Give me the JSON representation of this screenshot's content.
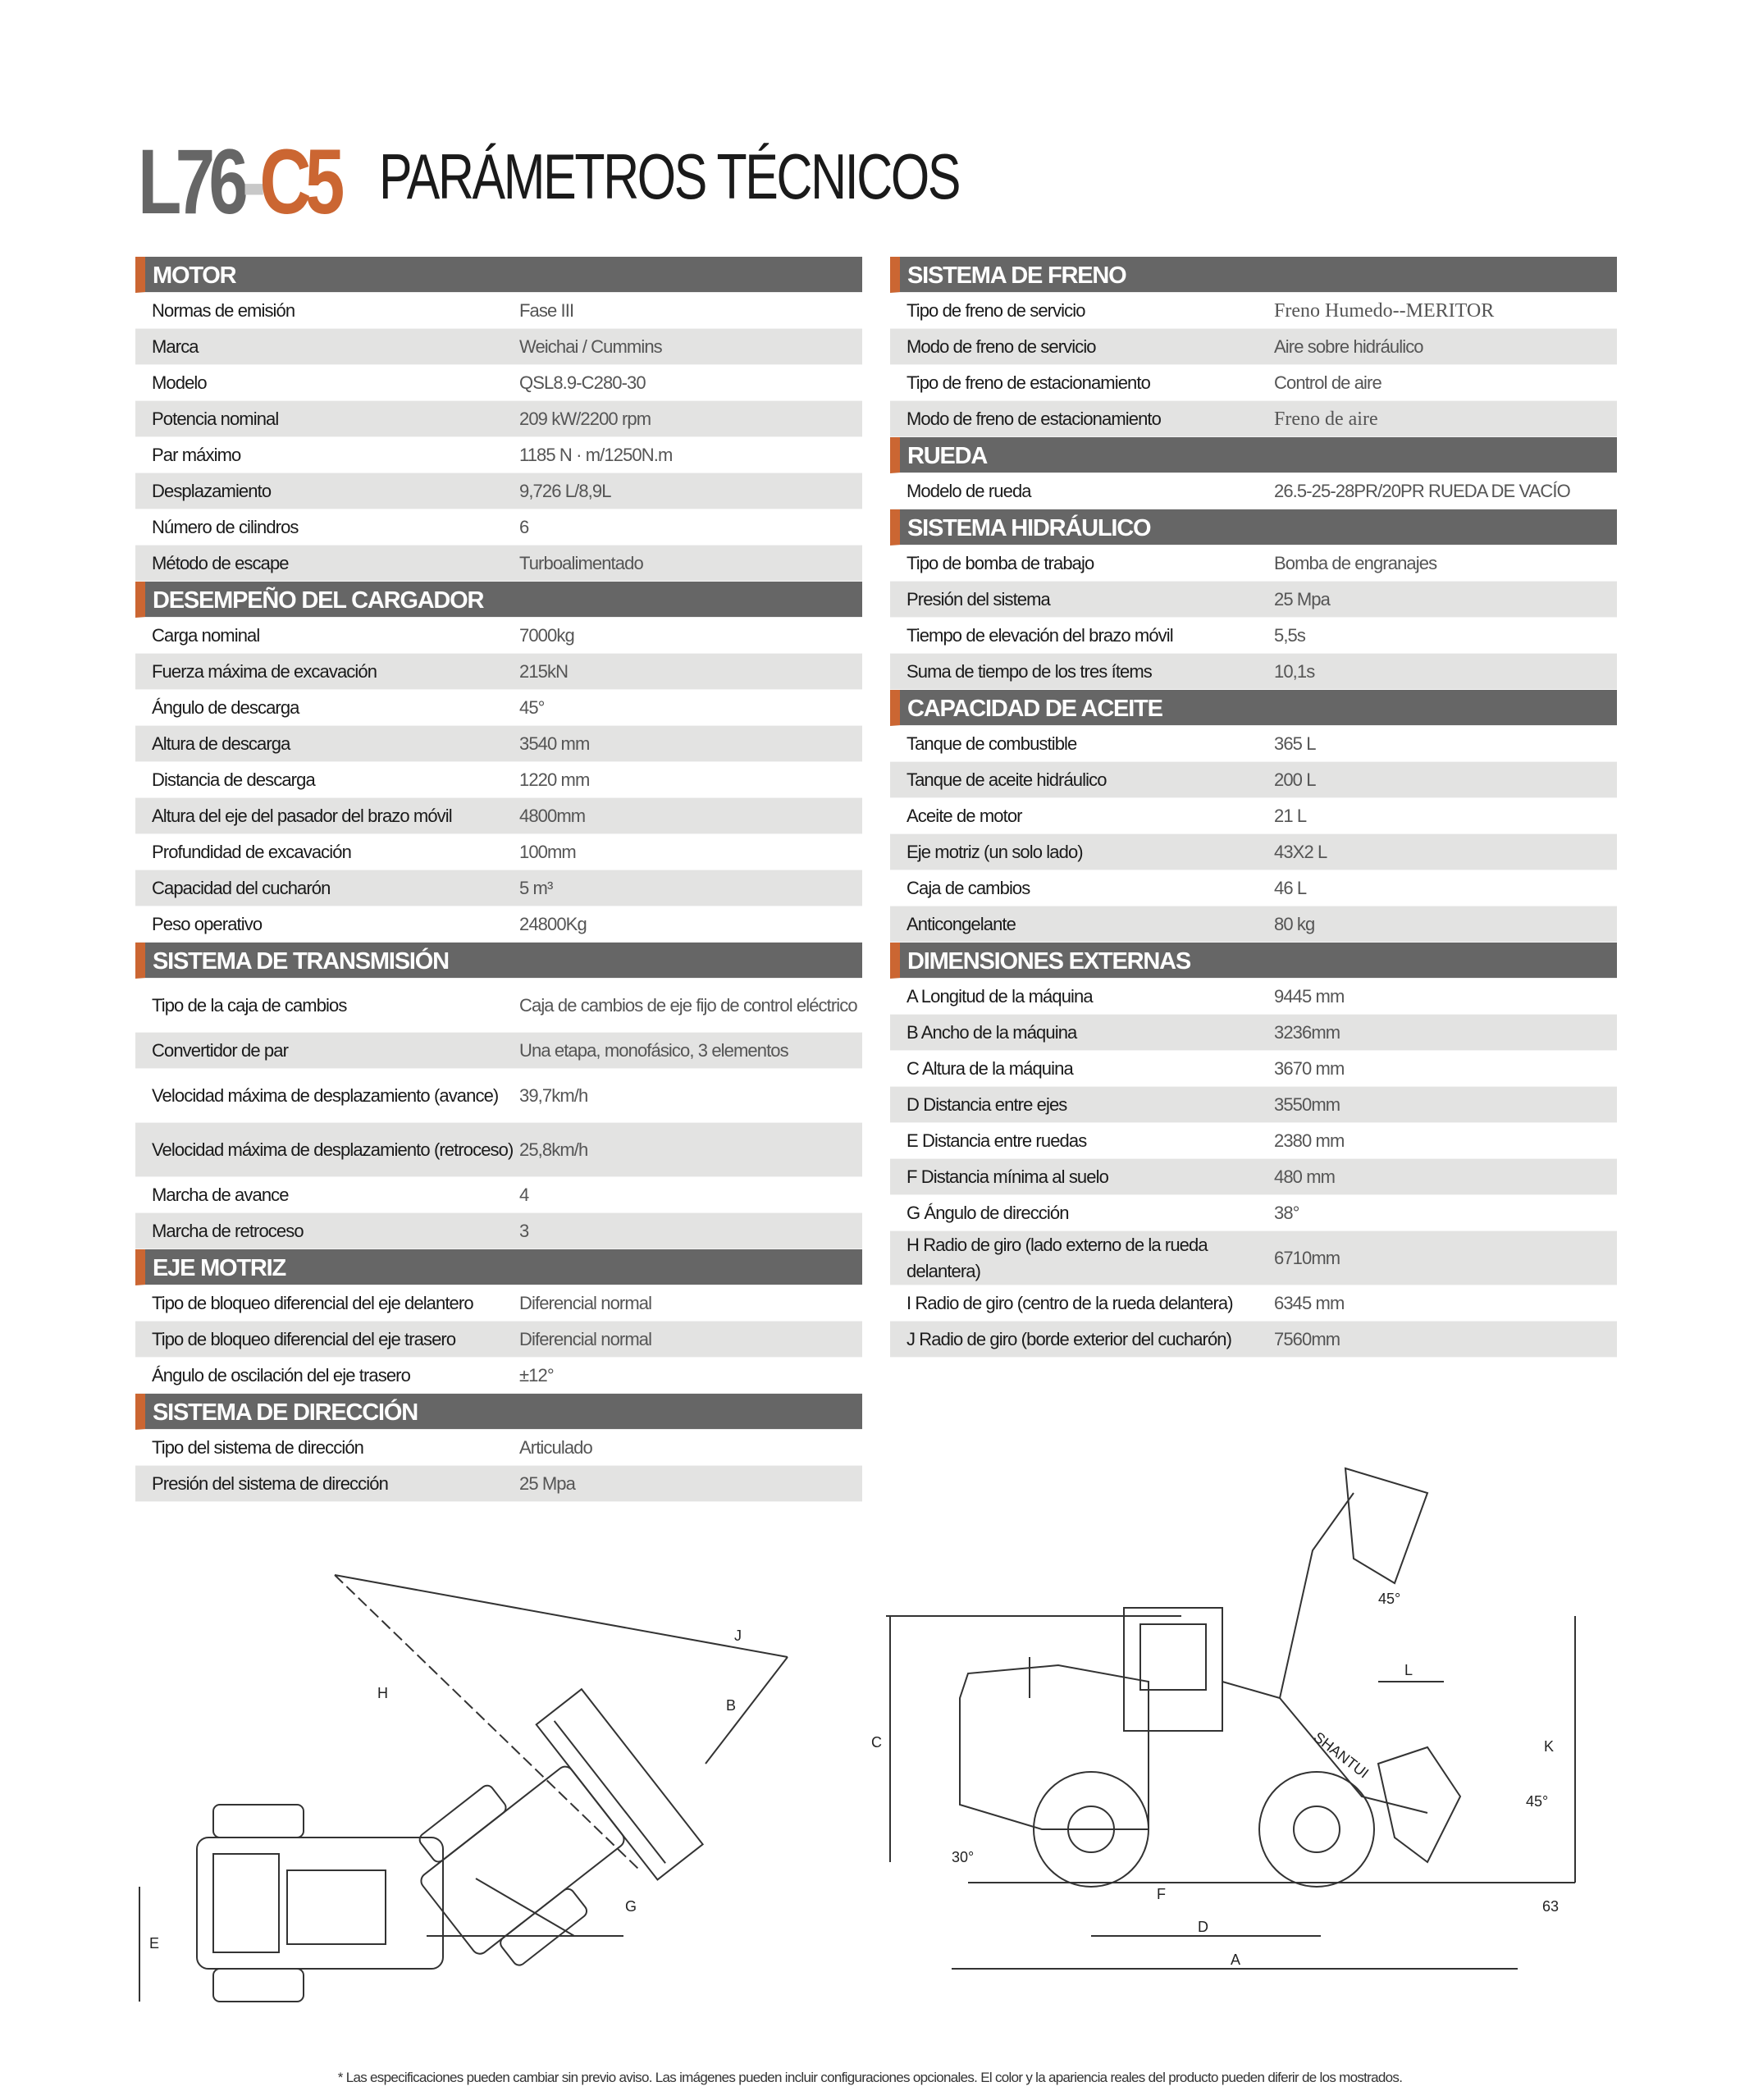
{
  "header": {
    "model_a": "L76",
    "model_sep": "-",
    "model_b": "C5",
    "title": "PARÁMETROS TÉCNICOS"
  },
  "left_sections": [
    {
      "title": "MOTOR",
      "rows": [
        {
          "label": "Normas de emisión",
          "value": "Fase III"
        },
        {
          "label": "Marca",
          "value": "Weichai / Cummins"
        },
        {
          "label": "Modelo",
          "value": "QSL8.9-C280-30"
        },
        {
          "label": "Potencia nominal",
          "value": "209 kW/2200 rpm"
        },
        {
          "label": "Par máximo",
          "value": "1185 N · m/1250N.m"
        },
        {
          "label": "Desplazamiento",
          "value": "9,726 L/8,9L"
        },
        {
          "label": "Número de cilindros",
          "value": "6"
        },
        {
          "label": "Método de escape",
          "value": "Turboalimentado"
        }
      ]
    },
    {
      "title": "DESEMPEÑO DEL CARGADOR",
      "rows": [
        {
          "label": "Carga nominal",
          "value": "7000kg"
        },
        {
          "label": "Fuerza máxima de excavación",
          "value": "215kN"
        },
        {
          "label": "Ángulo de descarga",
          "value": "45°"
        },
        {
          "label": "Altura de descarga",
          "value": "3540 mm"
        },
        {
          "label": "Distancia de descarga",
          "value": "1220 mm"
        },
        {
          "label": "Altura del eje del pasador del brazo móvil",
          "value": "4800mm"
        },
        {
          "label": "Profundidad de excavación",
          "value": "100mm"
        },
        {
          "label": "Capacidad del cucharón",
          "value": "5 m³"
        },
        {
          "label": "Peso operativo",
          "value": "24800Kg"
        }
      ]
    },
    {
      "title": "SISTEMA DE TRANSMISIÓN",
      "rows": [
        {
          "label": "Tipo de la caja de cambios",
          "value": "Caja de cambios de eje fijo de control eléctrico",
          "tall": true
        },
        {
          "label": "Convertidor de par",
          "value": "Una etapa, monofásico, 3 elementos"
        },
        {
          "label": "Velocidad máxima de desplazamiento (avance)",
          "value": "39,7km/h",
          "tall": true
        },
        {
          "label": "Velocidad máxima de desplazamiento (retroceso)",
          "value": "25,8km/h",
          "tall": true
        },
        {
          "label": "Marcha de avance",
          "value": "4"
        },
        {
          "label": "Marcha de retroceso",
          "value": "3"
        }
      ]
    },
    {
      "title": "EJE MOTRIZ",
      "rows": [
        {
          "label": "Tipo de bloqueo diferencial del eje delantero",
          "value": "Diferencial normal"
        },
        {
          "label": "Tipo de bloqueo diferencial del eje trasero",
          "value": "Diferencial normal"
        },
        {
          "label": "Ángulo de oscilación del eje trasero",
          "value": "±12°"
        }
      ]
    },
    {
      "title": "SISTEMA DE DIRECCIÓN",
      "rows": [
        {
          "label": "Tipo del sistema de dirección",
          "value": "Articulado"
        },
        {
          "label": "Presión del sistema de dirección",
          "value": "25 Mpa"
        }
      ]
    }
  ],
  "right_sections": [
    {
      "title": "SISTEMA DE FRENO",
      "rows": [
        {
          "label": "Tipo de freno de servicio",
          "value": "Freno Humedo--MERITOR",
          "serif": true
        },
        {
          "label": "Modo de freno de servicio",
          "value": "Aire sobre hidráulico"
        },
        {
          "label": "Tipo de freno de estacionamiento",
          "value": "Control de aire"
        },
        {
          "label": "Modo de freno de estacionamiento",
          "value": "Freno de aire",
          "serif": true
        }
      ]
    },
    {
      "title": "RUEDA",
      "rows": [
        {
          "label": "Modelo de rueda",
          "value": "26.5-25-28PR/20PR RUEDA DE VACÍO"
        }
      ]
    },
    {
      "title": "SISTEMA HIDRÁULICO",
      "rows": [
        {
          "label": "Tipo de bomba de trabajo",
          "value": "Bomba de engranajes"
        },
        {
          "label": "Presión del sistema",
          "value": "25 Mpa"
        },
        {
          "label": "Tiempo de elevación del brazo móvil",
          "value": "5,5s"
        },
        {
          "label": "Suma de tiempo de los tres ítems",
          "value": "10,1s"
        }
      ]
    },
    {
      "title": "CAPACIDAD DE ACEITE",
      "rows": [
        {
          "label": "Tanque de combustible",
          "value": "365 L"
        },
        {
          "label": "Tanque de aceite hidráulico",
          "value": "200 L"
        },
        {
          "label": "Aceite de motor",
          "value": "21 L"
        },
        {
          "label": "Eje motriz (un solo lado)",
          "value": "43X2 L"
        },
        {
          "label": "Caja de cambios",
          "value": "46 L"
        },
        {
          "label": "Anticongelante",
          "value": "80 kg"
        }
      ]
    },
    {
      "title": "DIMENSIONES EXTERNAS",
      "rows": [
        {
          "label": "A Longitud de la máquina",
          "value": "9445 mm"
        },
        {
          "label": "B Ancho de la máquina",
          "value": "3236mm"
        },
        {
          "label": "C Altura de la máquina",
          "value": "3670 mm"
        },
        {
          "label": "D Distancia entre ejes",
          "value": "3550mm"
        },
        {
          "label": "E Distancia entre ruedas",
          "value": "2380 mm"
        },
        {
          "label": "F Distancia mínima al suelo",
          "value": "480 mm"
        },
        {
          "label": "G Ángulo de dirección",
          "value": "38°"
        },
        {
          "label": "H Radio de giro (lado externo de la rueda delantera)",
          "value": "6710mm",
          "tall": true
        },
        {
          "label": "I Radio de giro (centro de la rueda delantera)",
          "value": "6345 mm"
        },
        {
          "label": "J Radio de giro (borde exterior del cucharón)",
          "value": "7560mm"
        }
      ]
    }
  ],
  "diagram_top": {
    "labels": {
      "h": "H",
      "j": "J",
      "b": "B",
      "g": "G",
      "e": "E"
    }
  },
  "diagram_side": {
    "labels": {
      "c": "C",
      "d": "D",
      "a": "A",
      "f": "F",
      "k": "K",
      "l": "L",
      "h63": "63",
      "ang_dump": "45°",
      "ang_depart": "30°",
      "ang_bucket": "45°"
    },
    "brand": "SHANTUI"
  },
  "footnote": "* Las especificaciones pueden cambiar sin previo aviso. Las imágenes pueden incluir configuraciones opcionales. El color y la apariencia reales del producto pueden diferir de los mostrados."
}
